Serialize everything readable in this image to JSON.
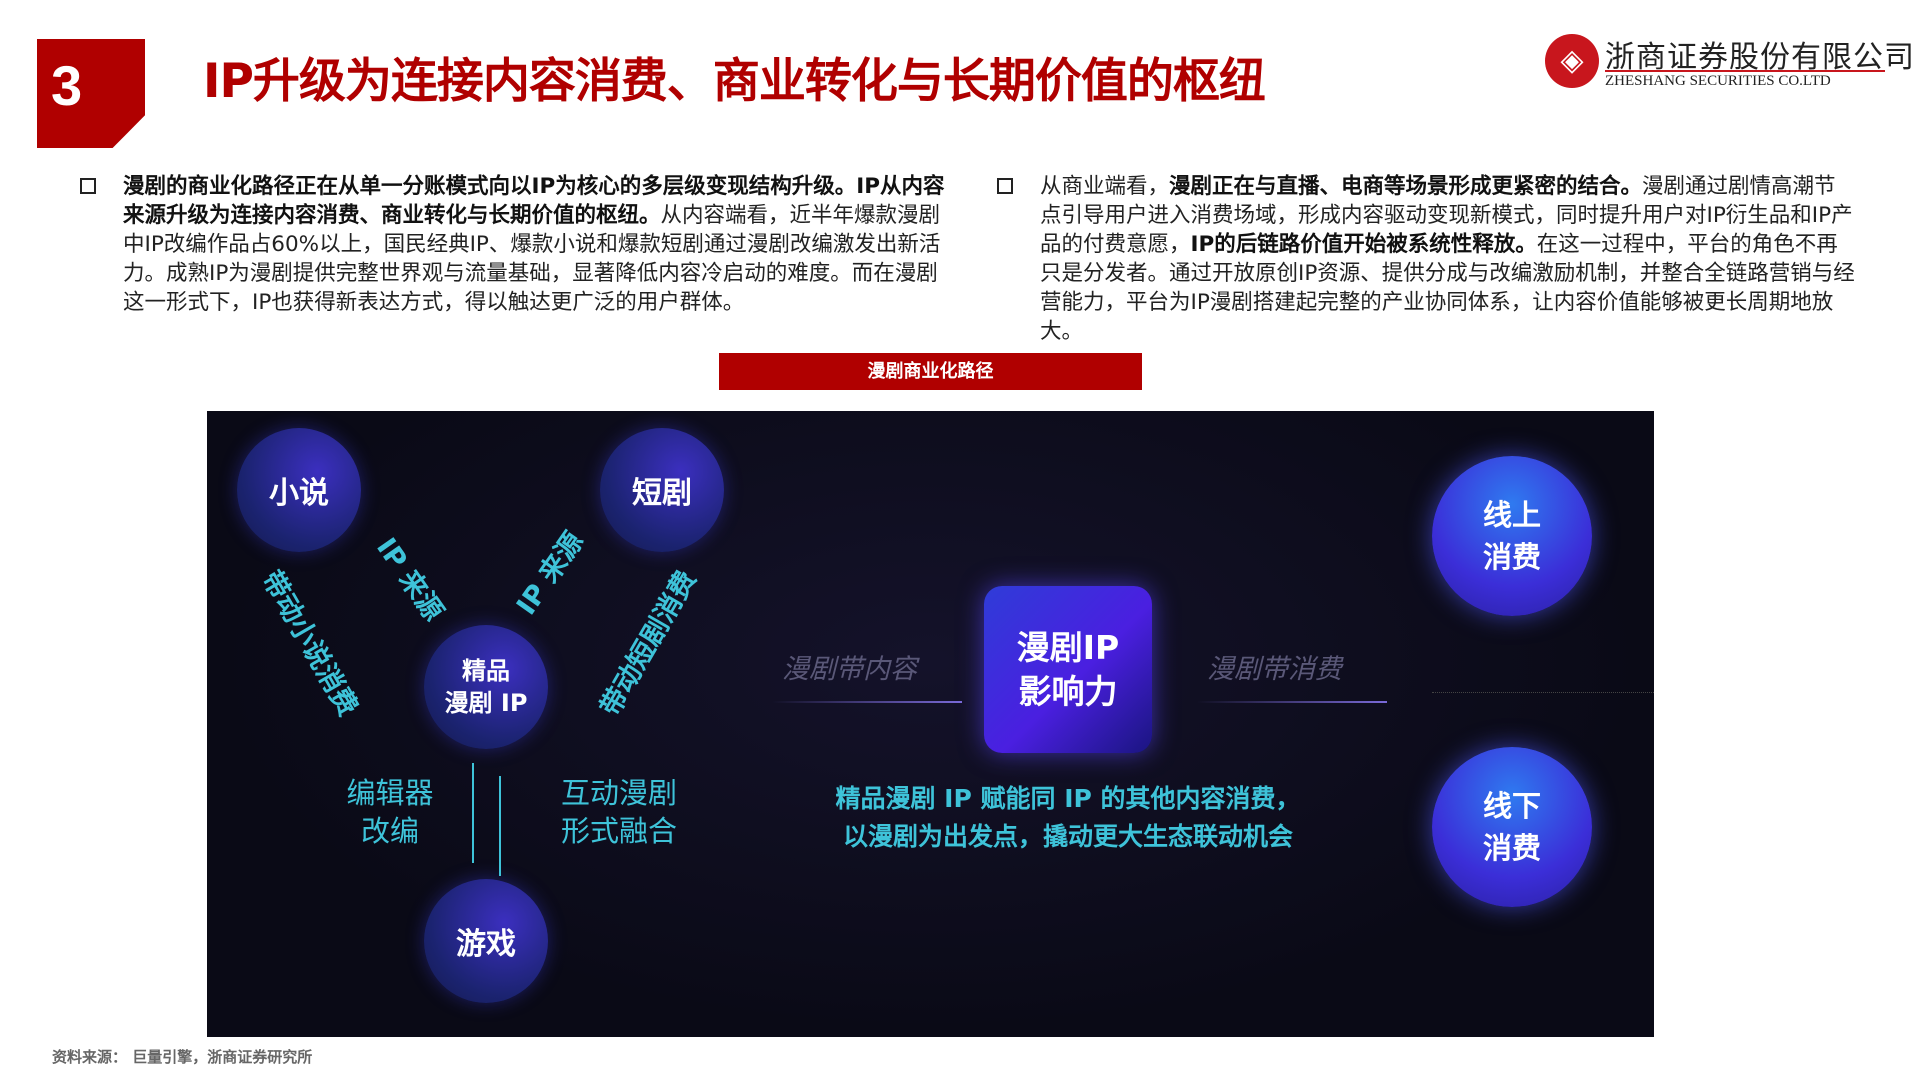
{
  "header": {
    "number": "3",
    "title": "IP升级为连接内容消费、商业转化与长期价值的枢纽"
  },
  "logo": {
    "cn": "浙商证券股份有限公司",
    "en": "ZHESHANG SECURITIES CO.LTD"
  },
  "left": {
    "bold": "漫剧的商业化路径正在从单一分账模式向以IP为核心的多层级变现结构升级。IP从内容来源升级为连接内容消费、商业转化与长期价值的枢纽。",
    "text": "从内容端看，近半年爆款漫剧中IP改编作品占60%以上，国民经典IP、爆款小说和爆款短剧通过漫剧改编激发出新活力。成熟IP为漫剧提供完整世界观与流量基础，显著降低内容冷启动的难度。而在漫剧这一形式下，IP也获得新表达方式，得以触达更广泛的用户群体。"
  },
  "right": {
    "t1": "从商业端看，",
    "b1": "漫剧正在与直播、电商等场景形成更紧密的结合。",
    "t2": "漫剧通过剧情高潮节点引导用户进入消费场域，形成内容驱动变现新模式，同时提升用户对IP衍生品和IP产品的付费意愿，",
    "b2": "IP的后链路价值开始被系统性释放。",
    "t3": "在这一过程中，平台的角色不再只是分发者。通过开放原创IP资源、提供分成与改编激励机制，并整合全链路营销与经营能力，平台为IP漫剧搭建起完整的产业协同体系，让内容价值能够被更长周期地放大。"
  },
  "caption": "漫剧商业化路径",
  "diagram": {
    "novel": "小说",
    "short": "短剧",
    "core": [
      "精品",
      "漫剧 IP"
    ],
    "game": "游戏",
    "drive_novel": "带动小说消费",
    "ip_source_l": "IP 来源",
    "ip_source_r": "IP 来源",
    "drive_short": "带动短剧消费",
    "editor": [
      "编辑器",
      "改编"
    ],
    "interactive": [
      "互动漫剧",
      "形式融合"
    ],
    "content_label": "漫剧带内容",
    "consume_label": "漫剧带消费",
    "ip_power": [
      "漫剧IP",
      "影响力"
    ],
    "desc": [
      "精品漫剧 IP 赋能同 IP 的其他内容消费，",
      "以漫剧为出发点，撬动更大生态联动机会"
    ],
    "online": [
      "线上",
      "消费"
    ],
    "offline": [
      "线下",
      "消费"
    ]
  },
  "source": "资料来源：  巨量引擎，浙商证券研究所"
}
